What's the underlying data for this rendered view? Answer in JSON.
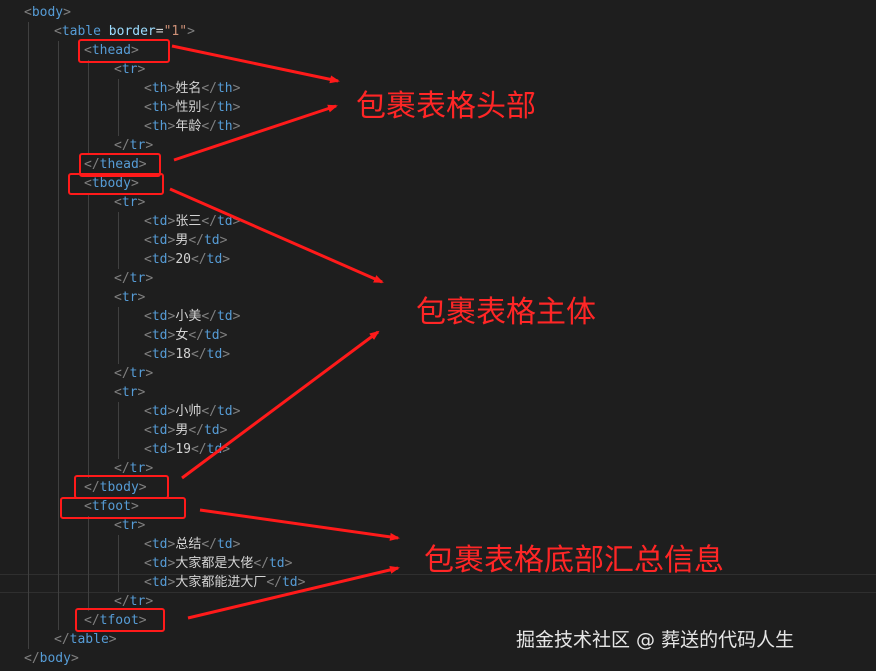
{
  "code": {
    "body_open": "body",
    "table_tag": "table",
    "table_attr": "border",
    "table_attr_value": "\"1\"",
    "thead": "thead",
    "tbody": "tbody",
    "tfoot": "tfoot",
    "tr": "tr",
    "th": "th",
    "td": "td",
    "header_cells": [
      "姓名",
      "性别",
      "年龄"
    ],
    "body_rows": [
      [
        "张三",
        "男",
        "20"
      ],
      [
        "小美",
        "女",
        "18"
      ],
      [
        "小帅",
        "男",
        "19"
      ]
    ],
    "footer_cells": [
      "总结",
      "大家都是大佬",
      "大家都能进大厂"
    ]
  },
  "annotations": {
    "head": "包裹表格头部",
    "body": "包裹表格主体",
    "foot": "包裹表格底部汇总信息"
  },
  "watermark": "掘金技术社区 @ 葬送的代码人生",
  "colors": {
    "background": "#1e1e1e",
    "tag": "#569cd6",
    "attribute": "#9cdcfe",
    "string": "#ce9178",
    "highlight": "#ff1a1a"
  }
}
